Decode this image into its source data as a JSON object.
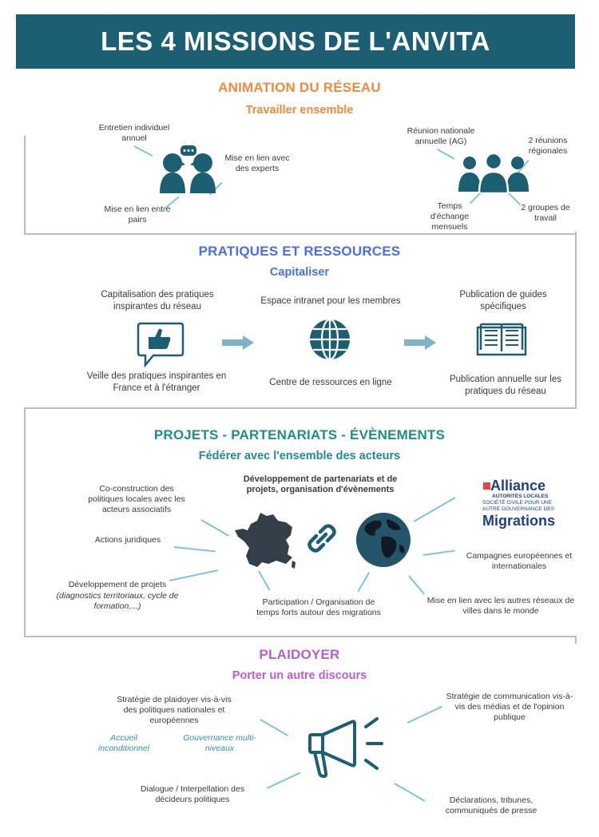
{
  "title": "LES 4 MISSIONS DE L'ANVITA",
  "colors": {
    "banner": "#1d5f72",
    "orange": "#f08a3c",
    "blue": "#4a6fe3",
    "teal": "#1f8f86",
    "purple": "#b85fd0",
    "icon_dark": "#1d5f72",
    "connector": "#7fc4d8"
  },
  "section1": {
    "title": "ANIMATION DU RÉSEAU",
    "subtitle": "Travailler ensemble",
    "left": {
      "entretien": "Entretien individuel annuel",
      "experts": "Mise en lien avec des experts",
      "pairs": "Mise en lien entre pairs"
    },
    "right": {
      "reunion_nationale": "Réunion nationale annuelle (AG)",
      "regionales": "2 réunions régionales",
      "temps_echange": "Temps d'échange mensuels",
      "groupes": "2 groupes de travail"
    },
    "icons": [
      "dialogue-heads-icon",
      "group-people-icon"
    ]
  },
  "section2": {
    "title": "PRATIQUES ET RESSOURCES",
    "subtitle": "Capitaliser",
    "col1_top": "Capitalisation des pratiques inspirantes du réseau",
    "col1_bottom": "Veille des pratiques inspirantes en France et à l'étranger",
    "col2_top": "Espace intranet pour les membres",
    "col2_bottom": "Centre de ressources en ligne",
    "col3_top": "Publication de guides spécifiques",
    "col3_bottom": "Publication annuelle sur les pratiques du réseau",
    "icons": [
      "thumbs-up-bubble-icon",
      "globe-icon",
      "open-book-icon"
    ]
  },
  "section3": {
    "title": "PROJETS - PARTENARIATS - ÉVÈNEMENTS",
    "subtitle": "Fédérer avec l'ensemble des acteurs",
    "center_top": "Développement de partenariats et de projets, organisation d'évènements",
    "left1": "Co-construction des politiques locales avec les acteurs associatifs",
    "left2": "Actions juridiques",
    "left3": "Développement de projets",
    "left3_detail": "(diagnostics territoriaux, cycle de formation,...)",
    "bottom_center": "Participation / Organisation de temps forts autour des migrations",
    "right1": "Campagnes européennes et internationales",
    "right2": "Mise en lien avec les autres réseaux de villes dans le monde",
    "logo": {
      "line1": "Alliance",
      "line2": "AUTORITÉS LOCALES",
      "line3": "SOCIÉTÉ CIVILE POUR UNE",
      "line4": "AUTRE GOUVERNANCE DES",
      "line5": "Migrations"
    },
    "icons": [
      "france-map-icon",
      "chain-link-icon",
      "earth-globe-icon"
    ]
  },
  "section4": {
    "title": "PLAIDOYER",
    "subtitle": "Porter un autre discours",
    "left_top": "Stratégie de plaidoyer vis-à-vis des politiques nationales et européennes",
    "tag1": "Accueil inconditionnel",
    "tag2": "Gouvernance multi-niveaux",
    "left_bottom": "Dialogue / Interpellation des décideurs politiques",
    "right_top": "Stratégie de communication vis-à-vis des médias et de l'opinion publique",
    "right_bottom": "Déclarations, tribunes, communiqués de presse",
    "icons": [
      "megaphone-icon"
    ]
  }
}
